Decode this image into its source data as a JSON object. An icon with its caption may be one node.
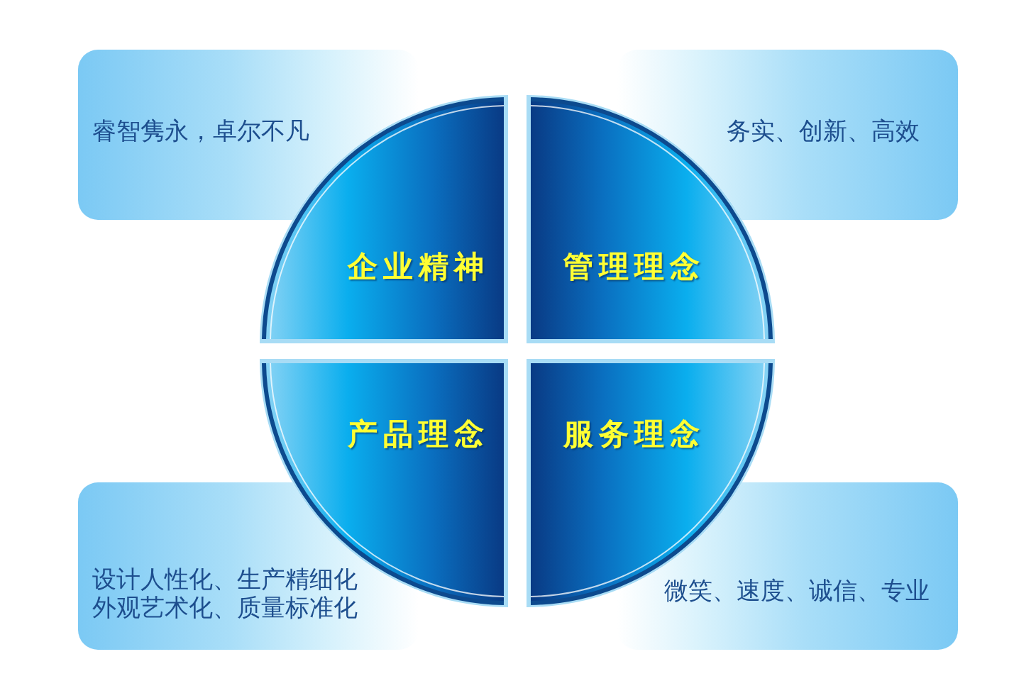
{
  "diagram": {
    "nodes": [
      {
        "text": [
          "睿智隽永，卓尔不凡"
        ]
      },
      {
        "text": [
          "务实、创新、高效"
        ]
      },
      {
        "text": [
          "企业精神"
        ]
      },
      {
        "text": [
          "管理理念"
        ]
      },
      {
        "text": [
          "产品理念"
        ]
      },
      {
        "text": [
          "服务理念"
        ]
      },
      {
        "text": [
          "设计人性化、生产精细化外观艺术化、质量标准化"
        ]
      },
      {
        "text": [
          "微笑、速度、诚信、专业"
        ]
      }
    ]
  }
}
